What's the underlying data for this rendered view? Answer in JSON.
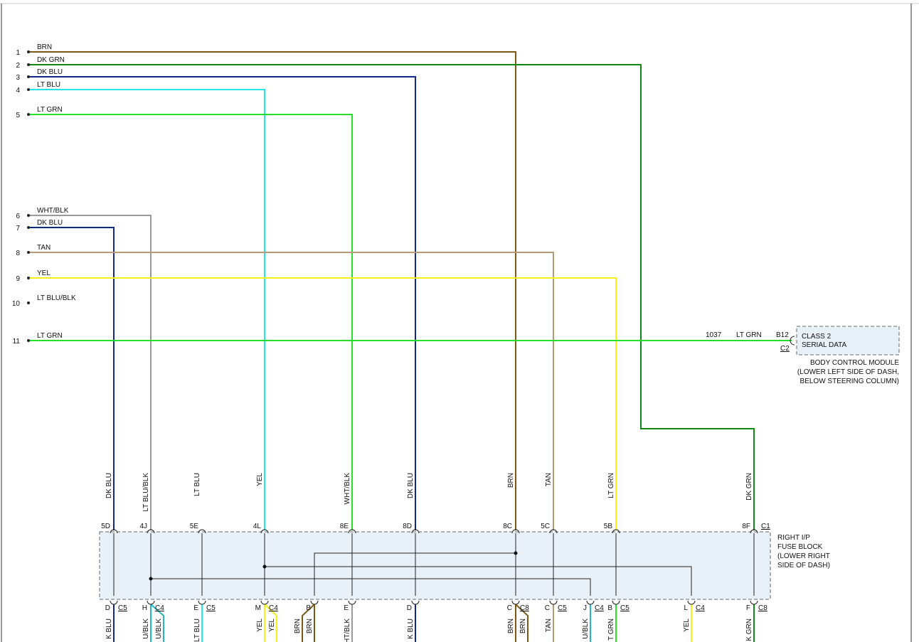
{
  "colors": {
    "BRN": "#7d5a14",
    "DK GRN": "#0e8a14",
    "DK BLU": "#102a8c",
    "LT BLU": "#26e4ee",
    "LT GRN": "#25e02b",
    "WHT/BLK": "#9a9a9a",
    "TAN": "#b49a76",
    "YEL": "#f2f21a",
    "LT BLU/BLK": "#22b8c8"
  },
  "left_wires": [
    {
      "num": "1",
      "color": "BRN"
    },
    {
      "num": "2",
      "color": "DK GRN"
    },
    {
      "num": "3",
      "color": "DK BLU"
    },
    {
      "num": "4",
      "color": "LT BLU"
    },
    {
      "num": "5",
      "color": "LT GRN"
    },
    {
      "num": "6",
      "color": "WHT/BLK"
    },
    {
      "num": "7",
      "color": "DK BLU"
    },
    {
      "num": "8",
      "color": "TAN"
    },
    {
      "num": "9",
      "color": "YEL"
    },
    {
      "num": "10",
      "color": "LT BLU/BLK"
    },
    {
      "num": "11",
      "color": "LT GRN"
    }
  ],
  "bcm": {
    "circuit": "1037",
    "wire_color": "LT GRN",
    "pin": "B12",
    "connector": "C2",
    "box_lines": [
      "CLASS 2",
      "SERIAL DATA"
    ],
    "name_lines": [
      "BODY CONTROL MODULE",
      "(LOWER LEFT SIDE OF DASH,",
      "BELOW STEERING COLUMN)"
    ]
  },
  "fuse_block": {
    "name_lines": [
      "RIGHT I/P",
      "FUSE BLOCK",
      "(LOWER RIGHT",
      "SIDE OF DASH)"
    ],
    "connector": "C1",
    "top_wires": [
      {
        "label": "DK BLU",
        "color": "DK BLU",
        "pin": "5D"
      },
      {
        "label": "LT BLU/BLK",
        "color": "LT BLU/BLK",
        "pin": "4J"
      },
      {
        "label": "LT BLU",
        "color": "LT BLU",
        "pin": "5E"
      },
      {
        "label": "YEL",
        "color": "YEL",
        "pin": "4L"
      },
      {
        "label": "WHT/BLK",
        "color": "WHT/BLK",
        "pin": "8E"
      },
      {
        "label": "DK BLU",
        "color": "DK BLU",
        "pin": "8D"
      },
      {
        "label": "BRN",
        "color": "BRN",
        "pin": "8C"
      },
      {
        "label": "TAN",
        "color": "TAN",
        "pin": "5C"
      },
      {
        "label": "LT GRN",
        "color": "LT GRN",
        "pin": "5B"
      },
      {
        "label": "DK GRN",
        "color": "DK GRN",
        "pin": "8F"
      }
    ],
    "bottom_pins": [
      {
        "pin": "D",
        "conn": "C5",
        "label": "K BLU",
        "color": "DK BLU"
      },
      {
        "pin": "H",
        "conn": "C4",
        "label": "U/BLK",
        "color": "LT BLU/BLK"
      },
      {
        "pin": "",
        "conn": "",
        "label": "U/BLK",
        "color": "LT BLU/BLK"
      },
      {
        "pin": "E",
        "conn": "C5",
        "label": "LT BLU",
        "color": "LT BLU"
      },
      {
        "pin": "M",
        "conn": "C4",
        "label": "YEL",
        "color": "YEL"
      },
      {
        "pin": "",
        "conn": "",
        "label": "YEL",
        "color": "YEL"
      },
      {
        "pin": "B",
        "conn": "",
        "label": "BRN",
        "color": "BRN"
      },
      {
        "pin": "",
        "conn": "",
        "label": "BRN",
        "color": "BRN"
      },
      {
        "pin": "E",
        "conn": "",
        "label": "HT/BLK",
        "color": "WHT/BLK"
      },
      {
        "pin": "D",
        "conn": "",
        "label": "K BLU",
        "color": "DK BLU"
      },
      {
        "pin": "C",
        "conn": "C8",
        "label": "BRN",
        "color": "BRN"
      },
      {
        "pin": "",
        "conn": "",
        "label": "BRN",
        "color": "BRN"
      },
      {
        "pin": "C",
        "conn": "C5",
        "label": "TAN",
        "color": "TAN"
      },
      {
        "pin": "J",
        "conn": "C4",
        "label": "U/BLK",
        "color": "LT BLU/BLK"
      },
      {
        "pin": "B",
        "conn": "C5",
        "label": "T GRN",
        "color": "LT GRN"
      },
      {
        "pin": "L",
        "conn": "C4",
        "label": "YEL",
        "color": "YEL"
      },
      {
        "pin": "F",
        "conn": "C8",
        "label": "K GRN",
        "color": "DK GRN"
      }
    ]
  }
}
